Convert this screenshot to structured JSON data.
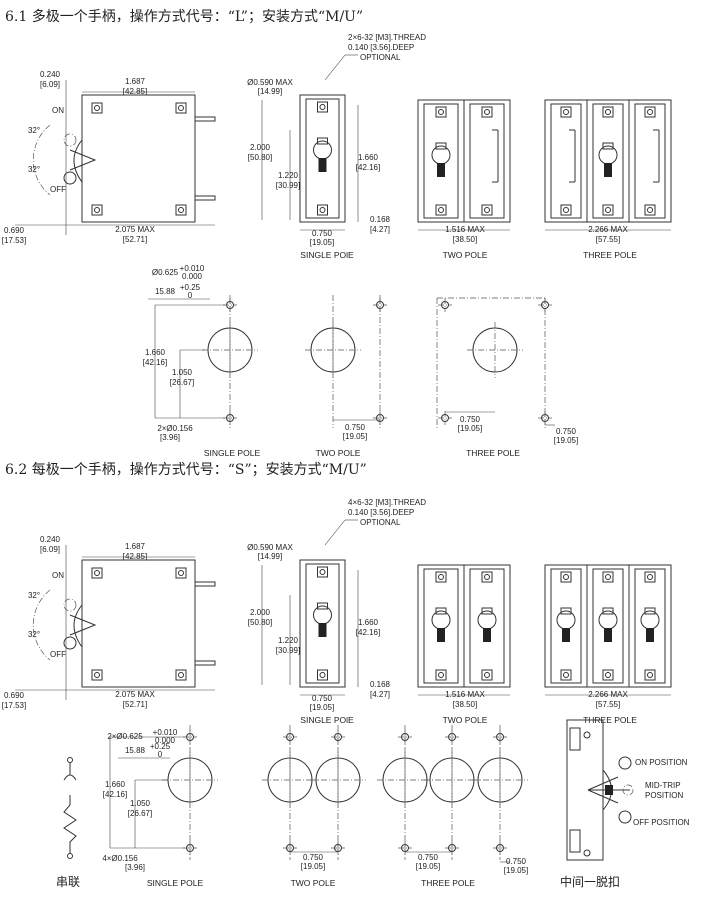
{
  "section1": {
    "title": "6.1 多极一个手柄，操作方式代号：“L”；安装方式“M/U”",
    "side": {
      "d1": "0.240",
      "d1m": "[6.09]",
      "d2": "1.687",
      "d2m": "[42.85]",
      "on": "ON",
      "off": "OFF",
      "a1": "32°",
      "a2": "32°",
      "d3": "0.690",
      "d3m": "[17.53]",
      "d4": "2.075 MAX",
      "d4m": "[52.71]"
    },
    "single": {
      "t1": "2×6-32 [M3].THREAD",
      "t2": "0.140 [3.56].DEEP",
      "t3": "OPTIONAL",
      "dia": "Ø0.590 MAX",
      "diam": "[14.99]",
      "h": "2.000",
      "hm": "[50.80]",
      "h2": "1.220",
      "h2m": "[30.99]",
      "h3": "1.660",
      "h3m": "[42.16]",
      "h4": "0.168",
      "h4m": "[4.27]",
      "w": "0.750",
      "wm": "[19.05]",
      "label": "SINGLE POlE"
    },
    "two": {
      "w": "1.516 MAX",
      "wm": "[38.50]",
      "label": "TWO POLE"
    },
    "three": {
      "w": "2.266 MAX",
      "wm": "[57.55]",
      "label": "THREE POLE"
    },
    "cutout": {
      "dia": "Ø0.625",
      "tolp": "+0.010",
      "toln": "0.000",
      "mm": "15.88",
      "mtolp": "+0.25",
      "mtoln": "0",
      "h": "1.660",
      "hm": "[42.16]",
      "h2": "1.050",
      "h2m": "[26.67]",
      "hole": "2×Ø0.156",
      "holem": "[3.96]",
      "single_label": "SINGLE POLE",
      "two_w": "0.750",
      "two_wm": "[19.05]",
      "two_label": "TWO POLE",
      "three_w": "0.750",
      "three_wm": "[19.05]",
      "three_w2": "0.750",
      "three_w2m": "[19.05]",
      "three_label": "THREE POLE"
    }
  },
  "section2": {
    "title": "6.2 每极一个手柄，操作方式代号：“S”；安装方式“M/U”",
    "side": {
      "d1": "0.240",
      "d1m": "[6.09]",
      "d2": "1.687",
      "d2m": "[42.85]",
      "on": "ON",
      "off": "OFF",
      "a1": "32°",
      "a2": "32°",
      "d3": "0.690",
      "d3m": "[17.53]",
      "d4": "2.075 MAX",
      "d4m": "[52.71]"
    },
    "single": {
      "t1": "4×6-32 [M3].THREAD",
      "t2": "0.140 [3.56].DEEP",
      "t3": "OPTIONAL",
      "dia": "Ø0.590 MAX",
      "diam": "[14.99]",
      "h": "2.000",
      "hm": "[50.80]",
      "h2": "1.220",
      "h2m": "[30.99]",
      "h3": "1.660",
      "h3m": "[42.16]",
      "h4": "0.168",
      "h4m": "[4.27]",
      "w": "0.750",
      "wm": "[19.05]",
      "label": "SINGLE POlE"
    },
    "two": {
      "w": "1.516 MAX",
      "wm": "[38.50]",
      "label": "TWO  POLE"
    },
    "three": {
      "w": "2.266 MAX",
      "wm": "[57.55]",
      "label": "THREE POLE"
    },
    "cutout": {
      "dia": "2×Ø0.625",
      "tolp": "+0.010",
      "toln": "0.000",
      "mm": "15.88",
      "mtolp": "+0.25",
      "mtoln": "0",
      "h": "1.660",
      "hm": "[42.16]",
      "h2": "1.050",
      "h2m": "[26.67]",
      "hole": "4×Ø0.156",
      "holem": "[3.96]",
      "single_label": "SINGLE POLE",
      "two_w": "0.750",
      "two_wm": "[19.05]",
      "two_label": "TWO POLE",
      "three_w": "0.750",
      "three_wm": "[19.05]",
      "three_w2": "0.750",
      "three_w2m": "[19.05]",
      "three_label": "THREE POLE"
    },
    "series_label": "串联",
    "midtrip": {
      "on": "ON POSITION",
      "mid1": "MID-TRIP",
      "mid2": "POSITION",
      "off": "OFF POSITION",
      "label": "中间一脱扣"
    }
  }
}
